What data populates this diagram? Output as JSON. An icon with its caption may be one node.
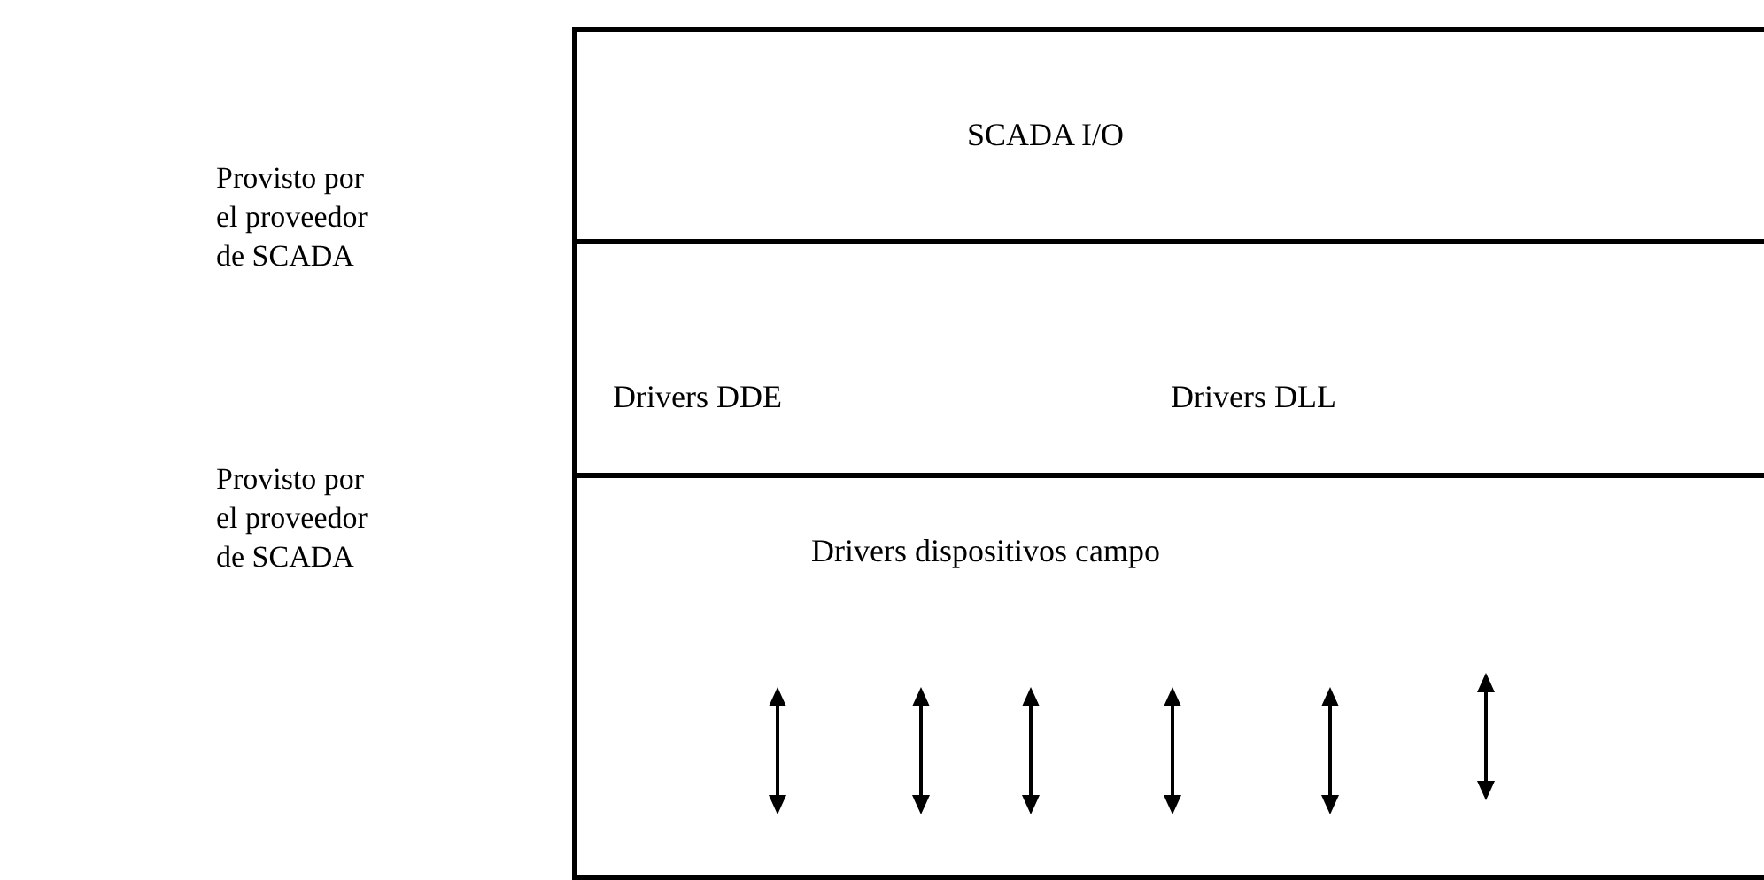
{
  "diagram": {
    "nodes": [
      {
        "text": [
          "SCADA I/O"
        ]
      },
      {
        "text": [
          "Drivers DDE",
          "Drivers DLL"
        ]
      },
      {
        "text": [
          "Drivers dispositivos campo"
        ]
      }
    ],
    "labels": [
      "Provisto por el proveedor de SCADA",
      "Provisto por el proveedor de SCADA"
    ]
  }
}
